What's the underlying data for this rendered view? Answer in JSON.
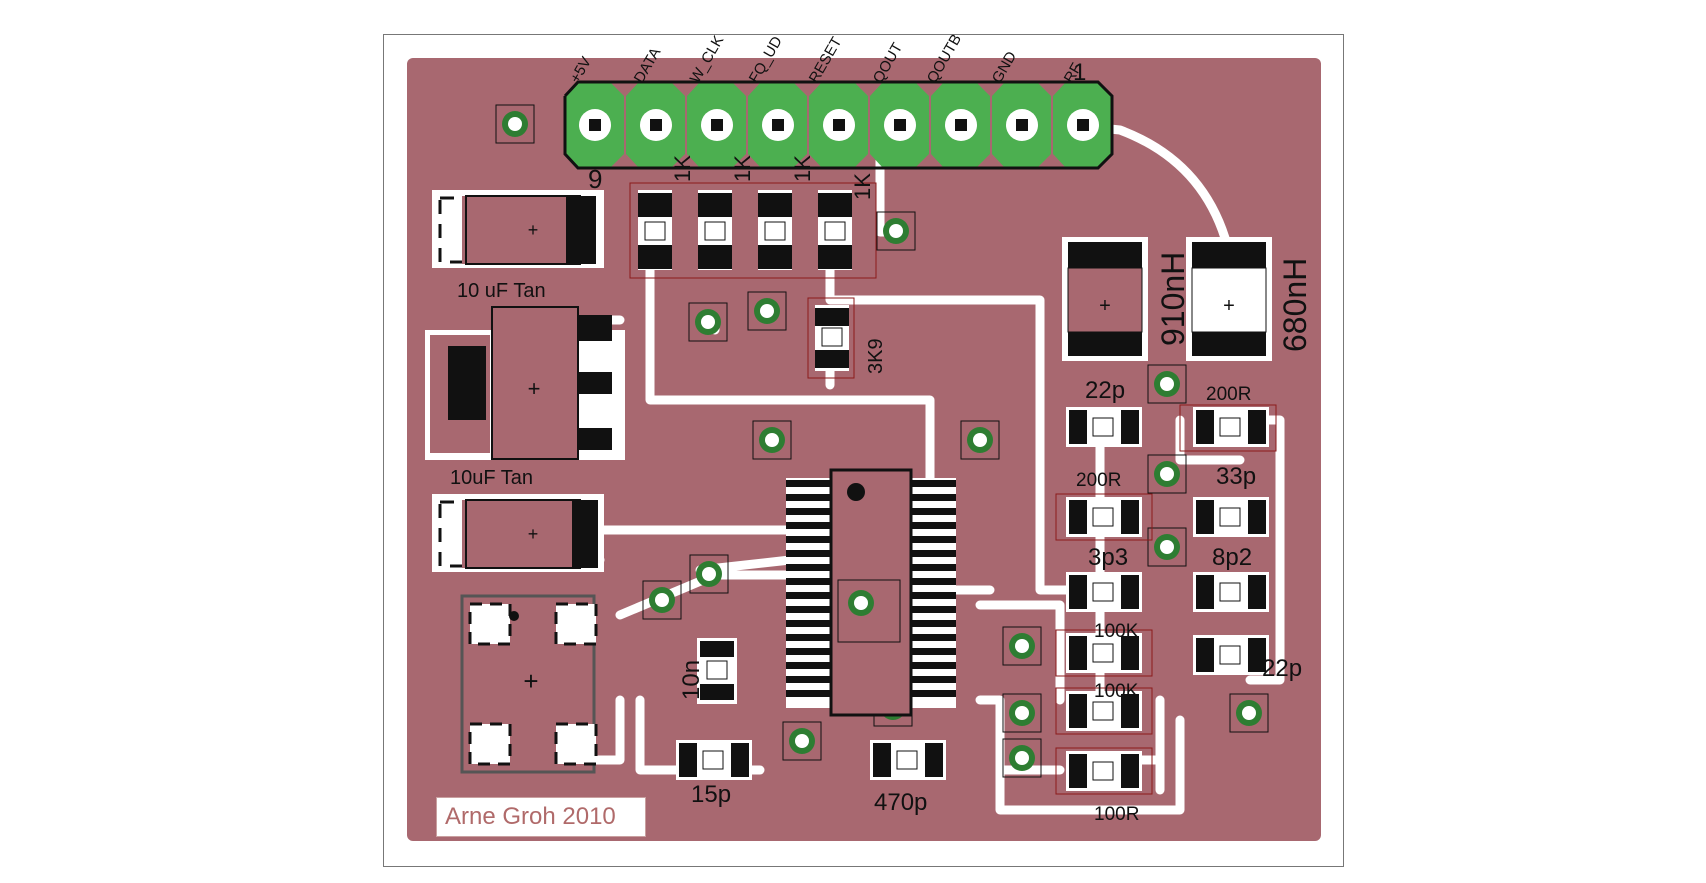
{
  "board": {
    "credit": "Arne Groh 2010",
    "colors": {
      "copper": "#a86870",
      "pad": "#2e7d32",
      "header": "#4caf50",
      "trace": "#ffffff",
      "silk": "#111111"
    }
  },
  "header_pins": [
    "+5V",
    "DATA",
    "W_CLK",
    "FQ_UD",
    "RESET",
    "QOUT",
    "QOUTB",
    "GND",
    "RF"
  ],
  "pin_markers": {
    "left": "9",
    "right": "1"
  },
  "resistor_marks": [
    "1K",
    "1K",
    "1K",
    "1K"
  ],
  "components": {
    "cap_top": "10 uF Tan",
    "cap_mid": "10uF Tan",
    "r_3k9": "3K9",
    "c_10n": "10n",
    "c_15p": "15p",
    "c_470p": "470p",
    "l_910": "910nH",
    "l_680": "680nH",
    "c_22p_a": "22p",
    "r_200_a": "200R",
    "c_33p": "33p",
    "r_200_b": "200R",
    "c_3p3": "3p3",
    "c_8p2": "8p2",
    "r_100k_a": "100K",
    "r_100k_b": "100K",
    "c_22p_b": "22p",
    "r_100r": "100R"
  }
}
